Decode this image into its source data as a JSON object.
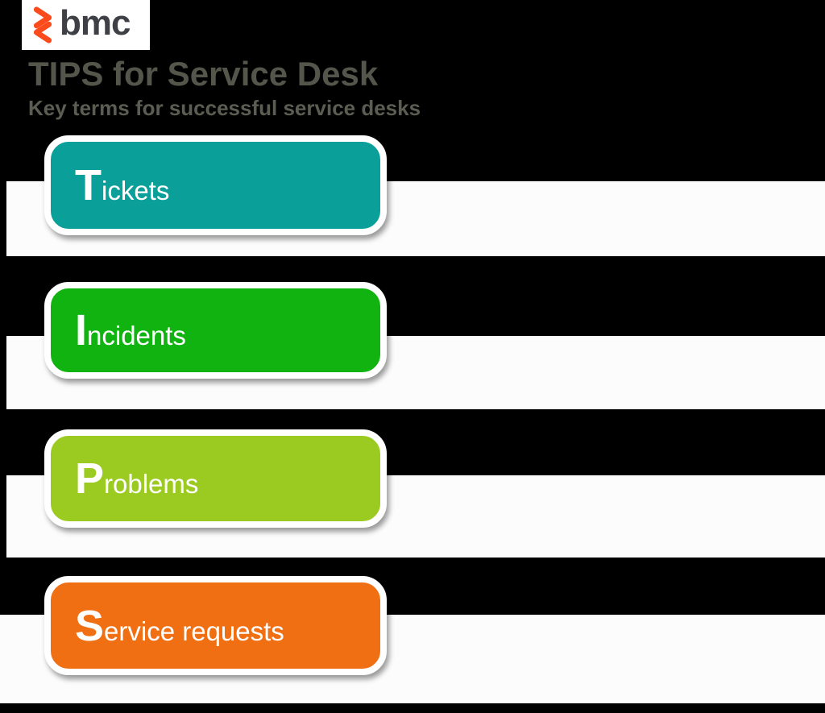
{
  "canvas": {
    "background": "#000000",
    "band_color": "#FCFCFC"
  },
  "logo": {
    "brand_text": "bmc",
    "mark_icon": "bmc-zigzag-mark",
    "mark_color": "#FB4A1B",
    "text_color": "#3E4046",
    "plate_color": "#FFFFFF"
  },
  "header": {
    "title": "TIPS for Service Desk",
    "subtitle": "Key terms for successful service desks",
    "title_color": "#54554B",
    "subtitle_color": "#5C5D52"
  },
  "cards": [
    {
      "label": "Tickets",
      "initial": "T",
      "rest": "ickets",
      "color": "#0A9F98",
      "text_color": "#FFFFFF"
    },
    {
      "label": "Incidents",
      "initial": "I",
      "rest": "ncidents",
      "color": "#10B310",
      "text_color": "#FFFFFF"
    },
    {
      "label": "Problems",
      "initial": "P",
      "rest": "roblems",
      "color": "#9BCB20",
      "text_color": "#FFFFFF"
    },
    {
      "label": "Service requests",
      "initial": "S",
      "rest": "ervice requests",
      "color": "#F06F13",
      "text_color": "#FFFFFF"
    }
  ]
}
